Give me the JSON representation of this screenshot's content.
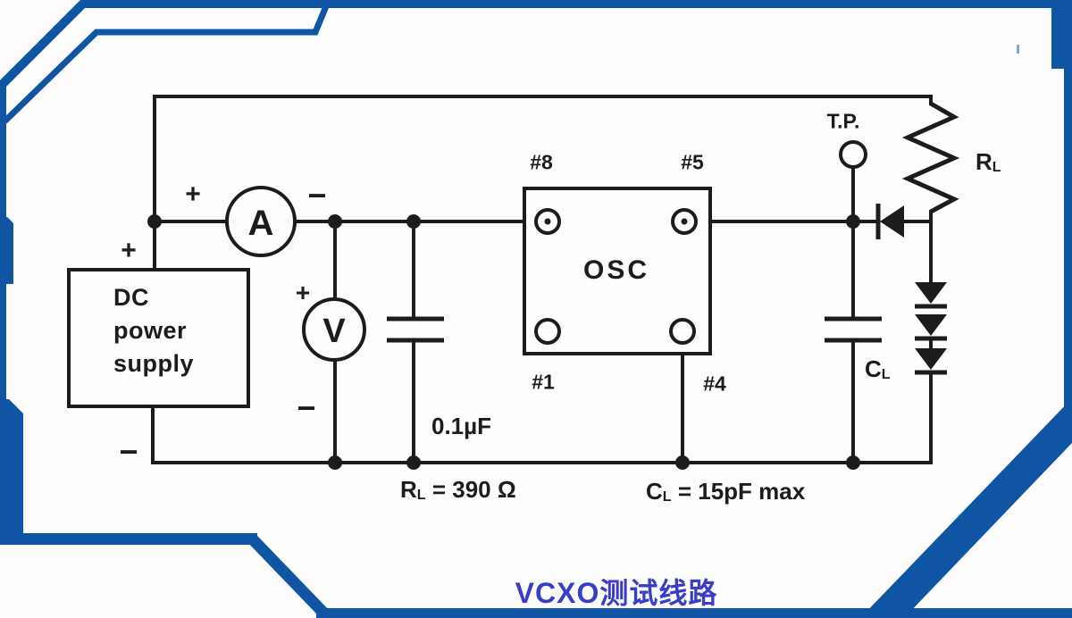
{
  "frame": {
    "color": "#0f55a4",
    "artifact_color": "#7fa8d9"
  },
  "ink_color": "#1c1c1c",
  "title": {
    "text": "VCXO测试线路",
    "color": "#3a3dc7"
  },
  "diagram": {
    "dc_supply": {
      "line1": "DC",
      "line2": "power",
      "line3": "supply"
    },
    "ammeter": "A",
    "voltmeter": "V",
    "osc": "OSC",
    "pins": {
      "p8": "#8",
      "p5": "#5",
      "p1": "#1",
      "p4": "#4"
    },
    "test_point": "T.P.",
    "rl": {
      "main": "R",
      "sub": "L"
    },
    "cl": {
      "main": "C",
      "sub": "L"
    },
    "values": {
      "cap": "0.1µF",
      "rl_main": "R",
      "rl_sub": "L",
      "rl_rest": " = 390 Ω",
      "cl_main": "C",
      "cl_sub": "L",
      "cl_rest": " = 15pF max"
    },
    "plus": "+",
    "minus": "−"
  }
}
